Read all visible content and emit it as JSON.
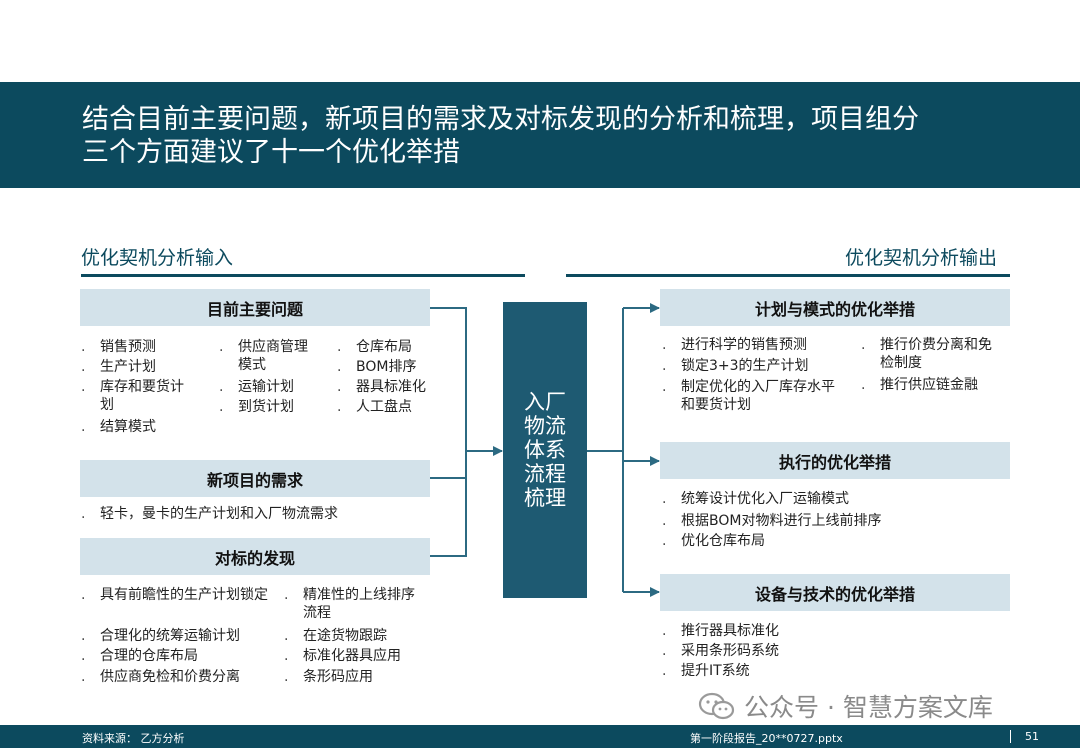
{
  "title": {
    "line1": "结合目前主要问题，新项目的需求及对标发现的分析和梳理，项目组分",
    "line2": "三个方面建议了十一个优化举措"
  },
  "left_heading": "优化契机分析输入",
  "right_heading": "优化契机分析输出",
  "left_sections": {
    "problems": {
      "label": "目前主要问题",
      "col1": [
        "销售预测",
        "生产计划",
        "库存和要货计划",
        "结算模式"
      ],
      "col2": [
        "供应商管理模式",
        "运输计划",
        "到货计划"
      ],
      "col3": [
        "仓库布局",
        "BOM排序",
        "器具标准化",
        "人工盘点"
      ]
    },
    "new_project": {
      "label": "新项目的需求",
      "items": [
        "轻卡，曼卡的生产计划和入厂物流需求"
      ]
    },
    "benchmark": {
      "label": "对标的发现",
      "col1": [
        "具有前瞻性的生产计划锁定",
        "合理化的统筹运输计划",
        "合理的仓库布局",
        "供应商免检和价费分离"
      ],
      "col2": [
        "精准性的上线排序流程",
        "在途货物跟踪",
        "标准化器具应用",
        "条形码应用"
      ]
    }
  },
  "center": {
    "label": "入厂物流体系流程梳理"
  },
  "right_sections": {
    "plan": {
      "label": "计划与模式的优化举措",
      "col1": [
        "进行科学的销售预测",
        "锁定3+3的生产计划",
        "制定优化的入厂库存水平和要货计划"
      ],
      "col2": [
        "推行价费分离和免检制度",
        "推行供应链金融"
      ]
    },
    "execution": {
      "label": "执行的优化举措",
      "items": [
        "统筹设计优化入厂运输模式",
        "根据BOM对物料进行上线前排序",
        "优化仓库布局"
      ]
    },
    "equipment": {
      "label": "设备与技术的优化举措",
      "items": [
        "推行器具标准化",
        "采用条形码系统",
        "提升IT系统"
      ]
    }
  },
  "bullet_char": ".",
  "watermark": {
    "text": "公众号 · 智慧方案文库",
    "icon": "wechat-icon"
  },
  "footer": {
    "source": "资料来源：  乙方分析",
    "file": "第一阶段报告_20**0727.pptx",
    "page": "51"
  },
  "colors": {
    "primary": "#0c4a5e",
    "band": "#d3e2ea",
    "center_box": "#1e5a72",
    "connector": "#2c6a82"
  }
}
